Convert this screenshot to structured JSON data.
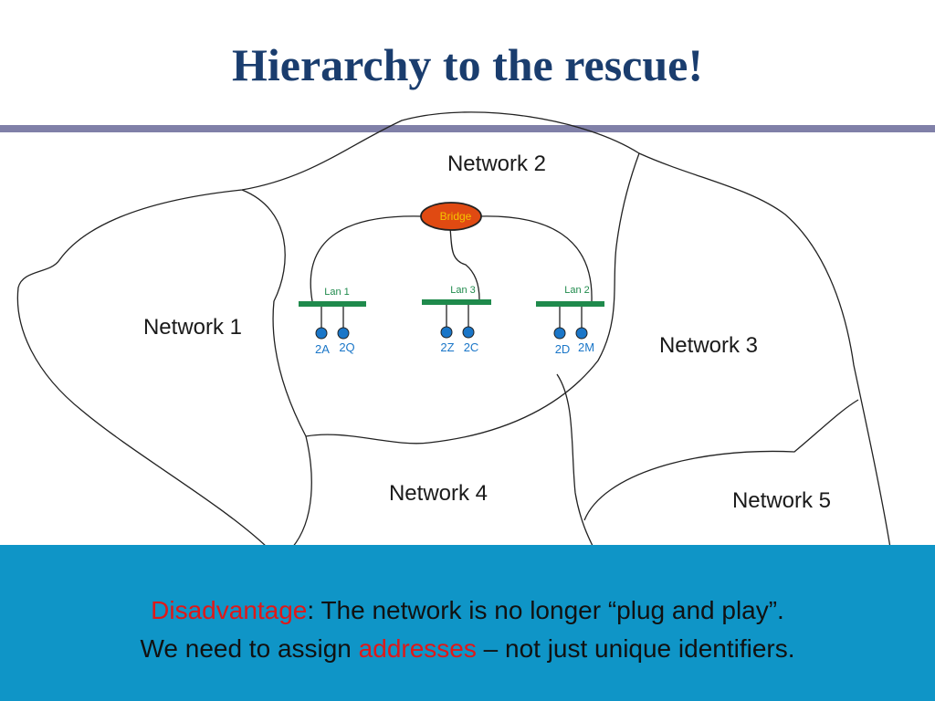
{
  "title": "Hierarchy to the rescue!",
  "networks": {
    "n1": "Network 1",
    "n2": "Network 2",
    "n3": "Network 3",
    "n4": "Network 4",
    "n5": "Network 5"
  },
  "bridge": "Bridge",
  "lans": {
    "lan1": "Lan 1",
    "lan2": "Lan 2",
    "lan3": "Lan 3"
  },
  "hosts": {
    "h2a": "2A",
    "h2q": "2Q",
    "h2z": "2Z",
    "h2c": "2C",
    "h2d": "2D",
    "h2m": "2M"
  },
  "footer": {
    "line1_highlight": "Disadvantage",
    "line1_rest": ": The network is no longer “plug and play”.",
    "line2_start": "We need to assign ",
    "line2_highlight": "addresses",
    "line2_end": " – not just unique identifiers."
  },
  "colors": {
    "title": "#1a3d6e",
    "rule": "#8080a8",
    "footer_bg": "#0f95c7",
    "highlight": "#e01818",
    "lan_bar": "#1f8a4c",
    "host_node": "#1a76c8",
    "bridge_fill": "#e04a12"
  }
}
